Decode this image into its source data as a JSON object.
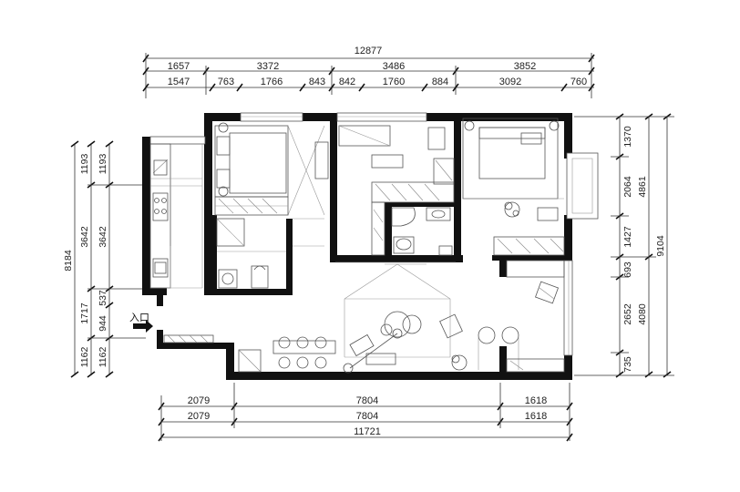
{
  "top_dims": {
    "overall": "12877",
    "row1": [
      "1657",
      "3372",
      "3486",
      "3852"
    ],
    "row2": [
      "1547",
      "763",
      "1766",
      "843",
      "842",
      "1760",
      "884",
      "3092",
      "760"
    ]
  },
  "bottom_dims": {
    "row1": [
      "2079",
      "7804",
      "1618"
    ],
    "row2": [
      "2079",
      "7804",
      "1618"
    ],
    "overall": "11721"
  },
  "left_dims": {
    "overall": "8184",
    "col1": [
      "1193",
      "3642",
      "1717",
      "1162"
    ],
    "col2": [
      "1193",
      "3642",
      "537",
      "944",
      "1162"
    ]
  },
  "right_dims": {
    "overall": "9104",
    "col1": [
      "1370",
      "2064",
      "1427",
      "693",
      "2652",
      "735"
    ],
    "col2": [
      "4861",
      "4080"
    ]
  },
  "entrance_label": "入口"
}
